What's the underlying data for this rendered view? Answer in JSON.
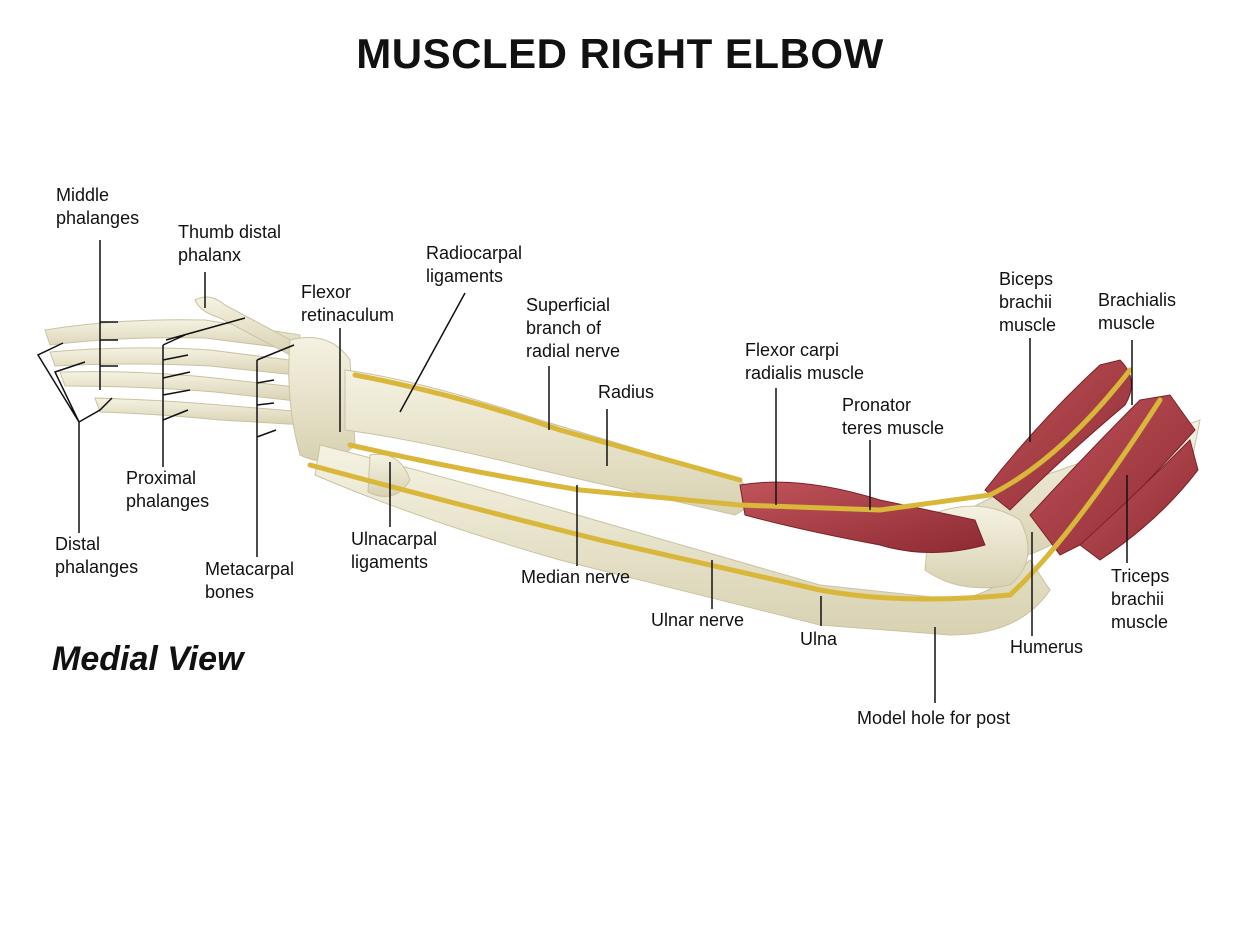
{
  "title": "MUSCLED RIGHT ELBOW",
  "view": "Medial View",
  "labels": {
    "middle_phalanges": [
      "Middle",
      "phalanges"
    ],
    "thumb_distal_phalanx": [
      "Thumb distal",
      "phalanx"
    ],
    "flexor_retinaculum": [
      "Flexor",
      "retinaculum"
    ],
    "radiocarpal_ligaments": [
      "Radiocarpal",
      "ligaments"
    ],
    "superficial_branch": [
      "Superficial",
      "branch of",
      "radial nerve"
    ],
    "radius": [
      "Radius"
    ],
    "flexor_carpi_radialis": [
      "Flexor carpi",
      "radialis muscle"
    ],
    "pronator_teres": [
      "Pronator",
      "teres muscle"
    ],
    "biceps_brachii": [
      "Biceps",
      "brachii",
      "muscle"
    ],
    "brachialis": [
      "Brachialis",
      "muscle"
    ],
    "proximal_phalanges": [
      "Proximal",
      "phalanges"
    ],
    "distal_phalanges": [
      "Distal",
      "phalanges"
    ],
    "metacarpal_bones": [
      "Metacarpal",
      "bones"
    ],
    "ulnacarpal_ligaments": [
      "Ulnacarpal",
      "ligaments"
    ],
    "median_nerve": [
      "Median nerve"
    ],
    "ulnar_nerve": [
      "Ulnar nerve"
    ],
    "ulna": [
      "Ulna"
    ],
    "humerus": [
      "Humerus"
    ],
    "triceps_brachii": [
      "Triceps",
      "brachii",
      "muscle"
    ],
    "model_hole": [
      "Model hole for post"
    ]
  },
  "colors": {
    "bone": "#e9e4c8",
    "nerve": "#d9b73a",
    "muscle": "#a5373f",
    "leader": "#111111"
  }
}
